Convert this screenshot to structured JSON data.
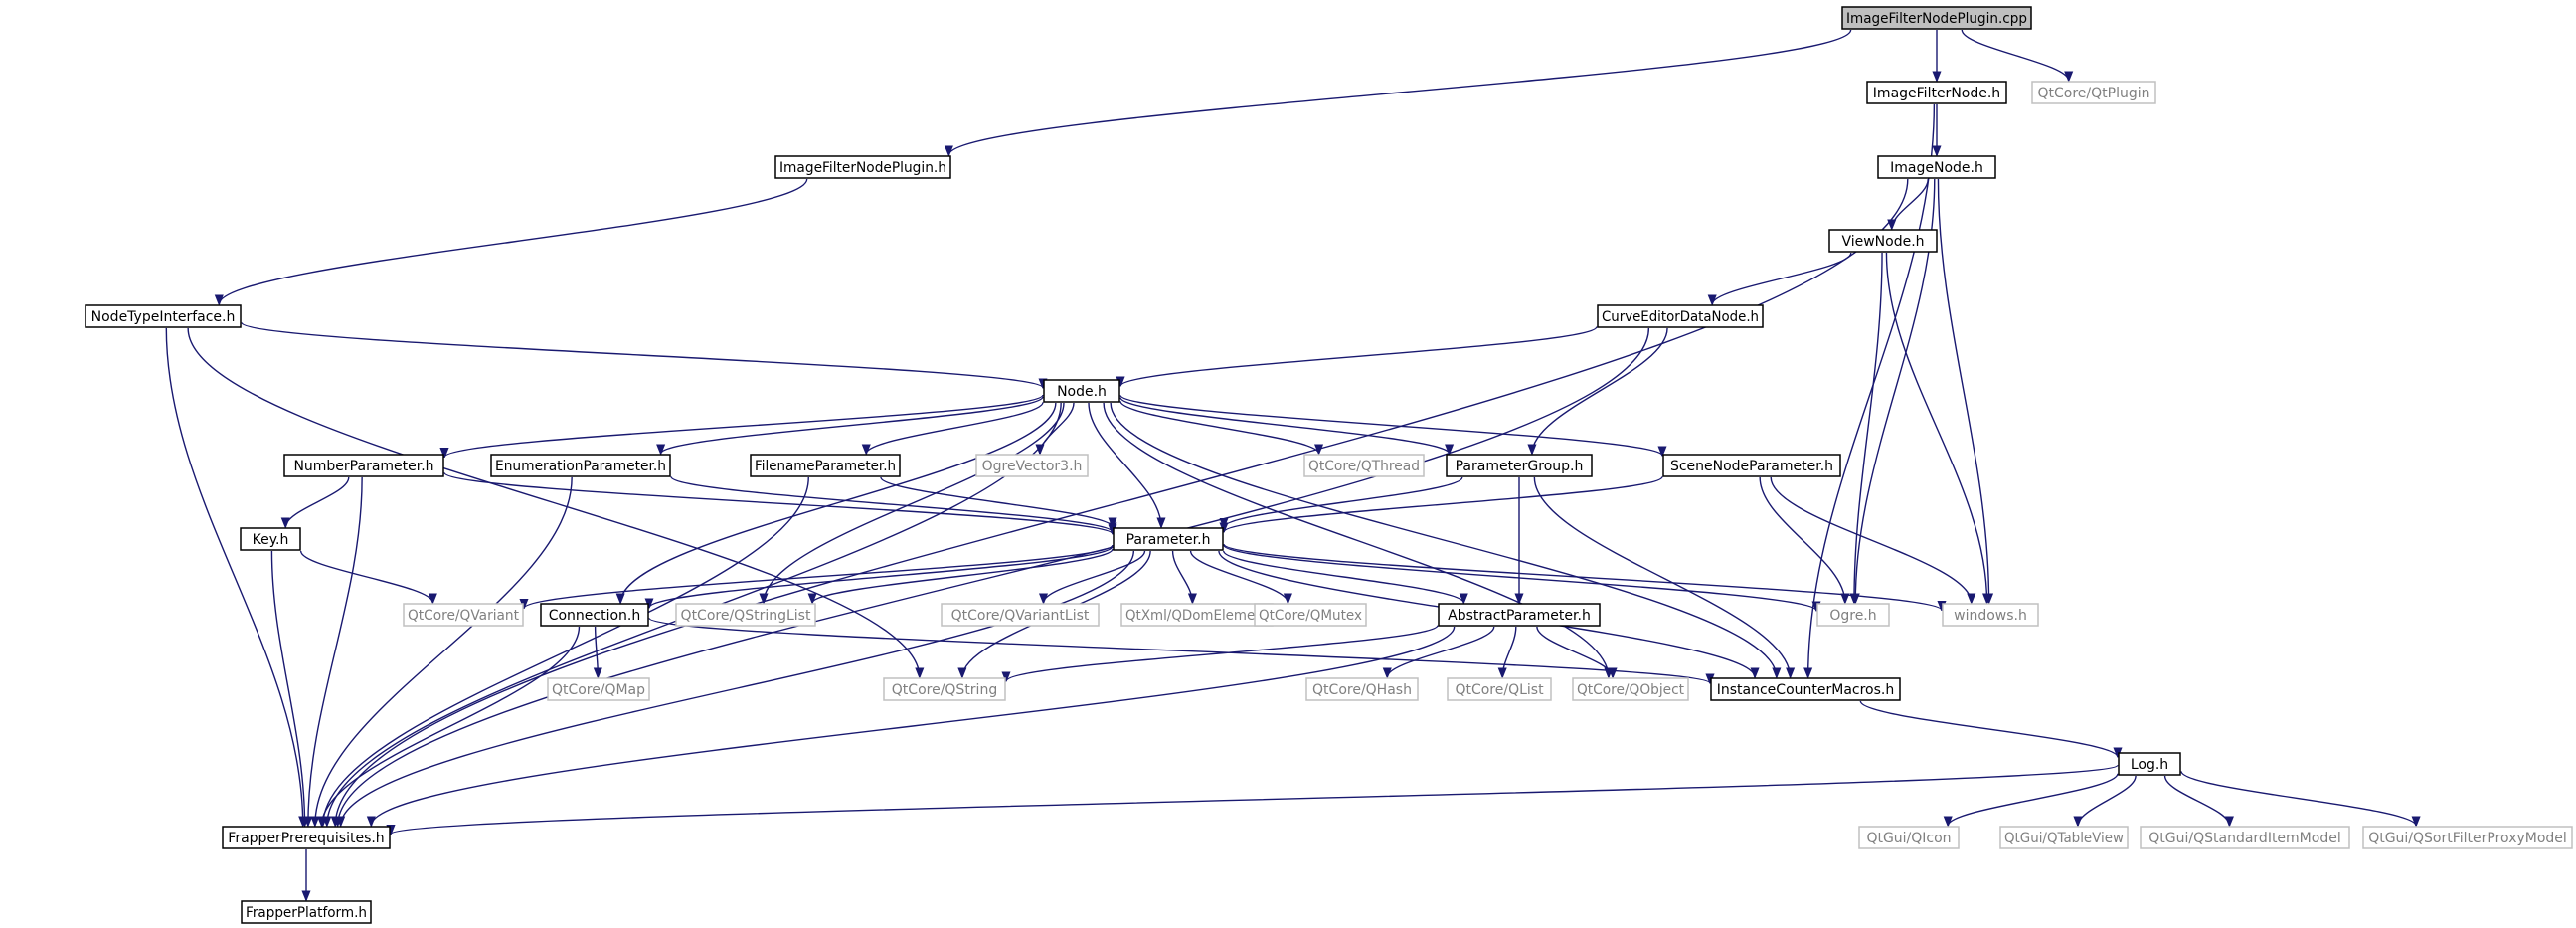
{
  "graph": {
    "root": "ImageFilterNodePlugin.cpp",
    "colors": {
      "edge": "#191970",
      "found_border": "#000000",
      "missing_border": "#c0c0c0",
      "missing_text": "#808080",
      "root_fill": "#bfbfbf"
    },
    "nodes": [
      {
        "id": "root",
        "label": "ImageFilterNodePlugin.cpp",
        "kind": "root"
      },
      {
        "id": "ifnode",
        "label": "ImageFilterNode.h",
        "kind": "found"
      },
      {
        "id": "qtplugin",
        "label": "QtCore/QtPlugin",
        "kind": "missing"
      },
      {
        "id": "ifnplugin",
        "label": "ImageFilterNodePlugin.h",
        "kind": "found"
      },
      {
        "id": "imagenode",
        "label": "ImageNode.h",
        "kind": "found"
      },
      {
        "id": "viewnode",
        "label": "ViewNode.h",
        "kind": "found"
      },
      {
        "id": "nodetype",
        "label": "NodeTypeInterface.h",
        "kind": "found"
      },
      {
        "id": "curveeditor",
        "label": "CurveEditorDataNode.h",
        "kind": "found"
      },
      {
        "id": "node",
        "label": "Node.h",
        "kind": "found"
      },
      {
        "id": "numparam",
        "label": "NumberParameter.h",
        "kind": "found"
      },
      {
        "id": "enumparam",
        "label": "EnumerationParameter.h",
        "kind": "found"
      },
      {
        "id": "fileparam",
        "label": "FilenameParameter.h",
        "kind": "found"
      },
      {
        "id": "ogrevec",
        "label": "OgreVector3.h",
        "kind": "missing"
      },
      {
        "id": "qthread",
        "label": "QtCore/QThread",
        "kind": "missing"
      },
      {
        "id": "paramgroup",
        "label": "ParameterGroup.h",
        "kind": "found"
      },
      {
        "id": "scenenode",
        "label": "SceneNodeParameter.h",
        "kind": "found"
      },
      {
        "id": "key",
        "label": "Key.h",
        "kind": "found"
      },
      {
        "id": "parameter",
        "label": "Parameter.h",
        "kind": "found"
      },
      {
        "id": "qvariant",
        "label": "QtCore/QVariant",
        "kind": "missing"
      },
      {
        "id": "connection",
        "label": "Connection.h",
        "kind": "found"
      },
      {
        "id": "qstringlist",
        "label": "QtCore/QStringList",
        "kind": "missing"
      },
      {
        "id": "qvariantlist",
        "label": "QtCore/QVariantList",
        "kind": "missing"
      },
      {
        "id": "qdom",
        "label": "QtXml/QDomElement",
        "kind": "missing"
      },
      {
        "id": "qmutex",
        "label": "QtCore/QMutex",
        "kind": "missing"
      },
      {
        "id": "absparam",
        "label": "AbstractParameter.h",
        "kind": "found"
      },
      {
        "id": "ogre",
        "label": "Ogre.h",
        "kind": "missing"
      },
      {
        "id": "windows",
        "label": "windows.h",
        "kind": "missing"
      },
      {
        "id": "qmap",
        "label": "QtCore/QMap",
        "kind": "missing"
      },
      {
        "id": "qstring",
        "label": "QtCore/QString",
        "kind": "missing"
      },
      {
        "id": "qhash",
        "label": "QtCore/QHash",
        "kind": "missing"
      },
      {
        "id": "qlist",
        "label": "QtCore/QList",
        "kind": "missing"
      },
      {
        "id": "qobject",
        "label": "QtCore/QObject",
        "kind": "missing"
      },
      {
        "id": "instcounter",
        "label": "InstanceCounterMacros.h",
        "kind": "found"
      },
      {
        "id": "log",
        "label": "Log.h",
        "kind": "found"
      },
      {
        "id": "frapperprereq",
        "label": "FrapperPrerequisites.h",
        "kind": "found"
      },
      {
        "id": "qicon",
        "label": "QtGui/QIcon",
        "kind": "missing"
      },
      {
        "id": "qtableview",
        "label": "QtGui/QTableView",
        "kind": "missing"
      },
      {
        "id": "qstditem",
        "label": "QtGui/QStandardItemModel",
        "kind": "missing"
      },
      {
        "id": "qsortfilter",
        "label": "QtGui/QSortFilterProxyModel",
        "kind": "missing"
      },
      {
        "id": "frapperplat",
        "label": "FrapperPlatform.h",
        "kind": "found"
      }
    ],
    "edges": [
      [
        "root",
        "ifnode"
      ],
      [
        "root",
        "qtplugin"
      ],
      [
        "root",
        "ifnplugin"
      ],
      [
        "ifnode",
        "imagenode"
      ],
      [
        "ifnode",
        "instcounter"
      ],
      [
        "ifnplugin",
        "nodetype"
      ],
      [
        "imagenode",
        "viewnode"
      ],
      [
        "imagenode",
        "frapperprereq"
      ],
      [
        "imagenode",
        "ogre"
      ],
      [
        "imagenode",
        "windows"
      ],
      [
        "viewnode",
        "curveeditor"
      ],
      [
        "viewnode",
        "ogre"
      ],
      [
        "viewnode",
        "windows"
      ],
      [
        "nodetype",
        "node"
      ],
      [
        "nodetype",
        "frapperprereq"
      ],
      [
        "nodetype",
        "qstring"
      ],
      [
        "curveeditor",
        "node"
      ],
      [
        "curveeditor",
        "paramgroup"
      ],
      [
        "curveeditor",
        "frapperprereq"
      ],
      [
        "node",
        "numparam"
      ],
      [
        "node",
        "enumparam"
      ],
      [
        "node",
        "fileparam"
      ],
      [
        "node",
        "ogrevec"
      ],
      [
        "node",
        "qthread"
      ],
      [
        "node",
        "paramgroup"
      ],
      [
        "node",
        "scenenode"
      ],
      [
        "node",
        "parameter"
      ],
      [
        "node",
        "connection"
      ],
      [
        "node",
        "qstringlist"
      ],
      [
        "node",
        "qobject"
      ],
      [
        "node",
        "instcounter"
      ],
      [
        "node",
        "frapperprereq"
      ],
      [
        "numparam",
        "key"
      ],
      [
        "numparam",
        "parameter"
      ],
      [
        "numparam",
        "frapperprereq"
      ],
      [
        "enumparam",
        "parameter"
      ],
      [
        "enumparam",
        "frapperprereq"
      ],
      [
        "fileparam",
        "parameter"
      ],
      [
        "fileparam",
        "frapperprereq"
      ],
      [
        "paramgroup",
        "parameter"
      ],
      [
        "paramgroup",
        "absparam"
      ],
      [
        "paramgroup",
        "instcounter"
      ],
      [
        "scenenode",
        "parameter"
      ],
      [
        "scenenode",
        "ogre"
      ],
      [
        "scenenode",
        "windows"
      ],
      [
        "key",
        "qvariant"
      ],
      [
        "key",
        "frapperprereq"
      ],
      [
        "parameter",
        "qvariant"
      ],
      [
        "parameter",
        "connection"
      ],
      [
        "parameter",
        "qstringlist"
      ],
      [
        "parameter",
        "qvariantlist"
      ],
      [
        "parameter",
        "qdom"
      ],
      [
        "parameter",
        "qmutex"
      ],
      [
        "parameter",
        "absparam"
      ],
      [
        "parameter",
        "ogre"
      ],
      [
        "parameter",
        "windows"
      ],
      [
        "parameter",
        "qstring"
      ],
      [
        "parameter",
        "instcounter"
      ],
      [
        "parameter",
        "frapperprereq"
      ],
      [
        "connection",
        "qmap"
      ],
      [
        "connection",
        "instcounter"
      ],
      [
        "connection",
        "frapperprereq"
      ],
      [
        "absparam",
        "qstring"
      ],
      [
        "absparam",
        "qhash"
      ],
      [
        "absparam",
        "qlist"
      ],
      [
        "absparam",
        "qobject"
      ],
      [
        "absparam",
        "frapperprereq"
      ],
      [
        "instcounter",
        "log"
      ],
      [
        "log",
        "frapperprereq"
      ],
      [
        "log",
        "qicon"
      ],
      [
        "log",
        "qtableview"
      ],
      [
        "log",
        "qstditem"
      ],
      [
        "log",
        "qsortfilter"
      ],
      [
        "frapperprereq",
        "frapperplat"
      ]
    ]
  }
}
